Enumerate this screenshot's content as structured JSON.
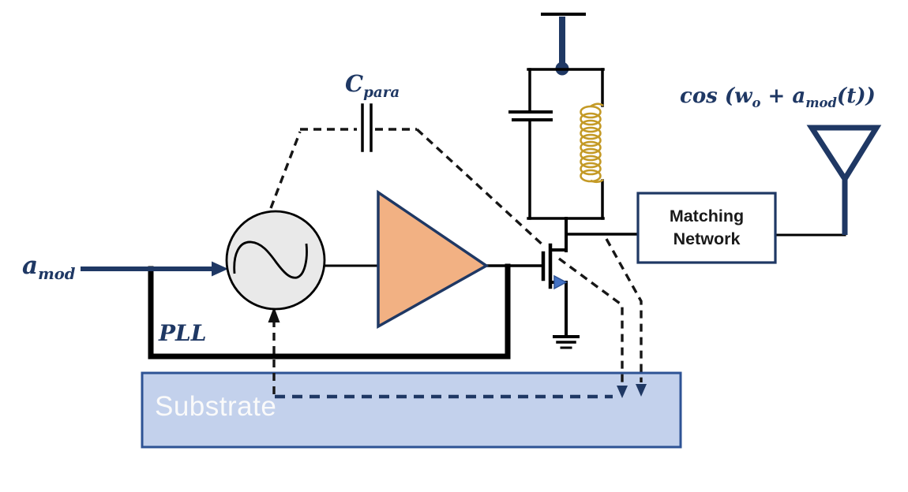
{
  "labels": {
    "input_signal": {
      "base": "a",
      "sub": "mod"
    },
    "parasitic_cap": {
      "base": "C",
      "sub": "para"
    },
    "pll": "PLL",
    "output_signal": {
      "p0": "cos (w",
      "s0": "o",
      "p1": " + a",
      "s1": "mod",
      "p2": "(t))"
    },
    "matching_network": {
      "line1": "Matching",
      "line2": "Network"
    },
    "substrate": "Substrate"
  },
  "icons": {
    "oscillator": "oscillator-sine-circle-icon",
    "amplifier": "amplifier-triangle-icon",
    "transistor": "nmos-transistor-icon",
    "capacitor_tank": "capacitor-icon",
    "capacitor_parasitic": "capacitor-icon",
    "inductor": "inductor-coil-icon",
    "ground": "ground-icon",
    "supply": "vdd-supply-dot-icon",
    "antenna": "antenna-icon",
    "arrows": "dashed-coupling-arrow-icons"
  },
  "colors": {
    "navy": "#1F3864",
    "amp_fill": "#F2B183",
    "osc_fill": "#E9E9E9",
    "substrate_fill": "#C3D1EC",
    "substrate_border": "#2E5395",
    "inductor_gold": "#C49A26",
    "body_arrow_blue": "#4472C4",
    "wire_black": "#000000",
    "box_fill": "#FFFFFF"
  }
}
